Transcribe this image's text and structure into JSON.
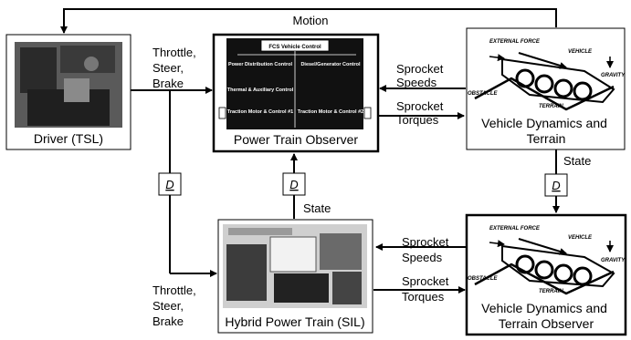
{
  "blocks": {
    "driver": "Driver (TSL)",
    "powertrain_observer": "Power Train Observer",
    "vehicle_dynamics": "Vehicle Dynamics and Terrain",
    "hybrid_powertrain": "Hybrid Power Train (SIL)",
    "vehicle_observer": "Vehicle Dynamics and Terrain Observer"
  },
  "powertrain_inner": {
    "title": "FCS Vehicle Control",
    "power_distribution": "Power Distribution Control",
    "thermal": "Thermal & Auxiliary Control",
    "diesel": "Diesel/Generator Control",
    "traction_1": "Traction Motor & Control #1",
    "traction_2": "Traction Motor & Control #2"
  },
  "terrain_figure": {
    "external_force": "EXTERNAL FORCE",
    "vehicle": "VEHICLE",
    "gravity": "GRAVITY",
    "obstacle": "OBSTACLE",
    "terrain": "TERRAIN"
  },
  "signals": {
    "motion": "Motion",
    "throttle_steer_brake": [
      "Throttle,",
      "Steer,",
      "Brake"
    ],
    "sprocket_speeds": [
      "Sprocket",
      "Speeds"
    ],
    "sprocket_torques": [
      "Sprocket",
      "Torques"
    ],
    "state": "State",
    "delay": "D"
  }
}
